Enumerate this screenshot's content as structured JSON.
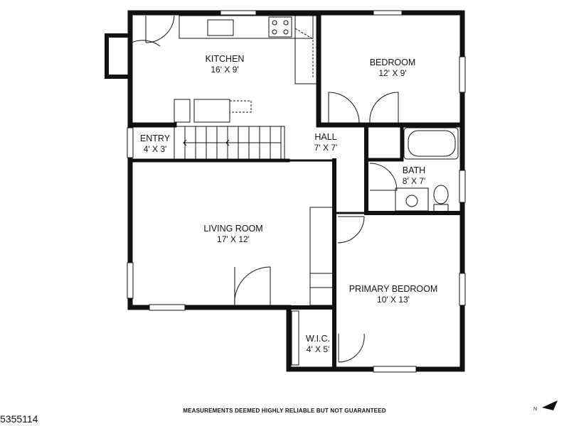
{
  "rooms": {
    "kitchen": {
      "name": "KITCHEN",
      "dims": "16' X 9'"
    },
    "bedroom": {
      "name": "BEDROOM",
      "dims": "12' X 9'"
    },
    "entry": {
      "name": "ENTRY",
      "dims": "4' X 3'"
    },
    "hall": {
      "name": "HALL",
      "dims": "7' X 7'"
    },
    "bath": {
      "name": "BATH",
      "dims": "8' X 7'"
    },
    "living_room": {
      "name": "LIVING ROOM",
      "dims": "17' X 12'"
    },
    "primary_bedroom": {
      "name": "PRIMARY BEDROOM",
      "dims": "10' X 13'"
    },
    "wic": {
      "name": "W.I.C.",
      "dims": "4' X 5'"
    }
  },
  "footer": {
    "disclaimer": "MEASUREMENTS DEEMED HIGHLY RELIABLE BUT NOT GUARANTEED",
    "listing_id": "5355114"
  },
  "compass": {
    "letter": "N"
  }
}
